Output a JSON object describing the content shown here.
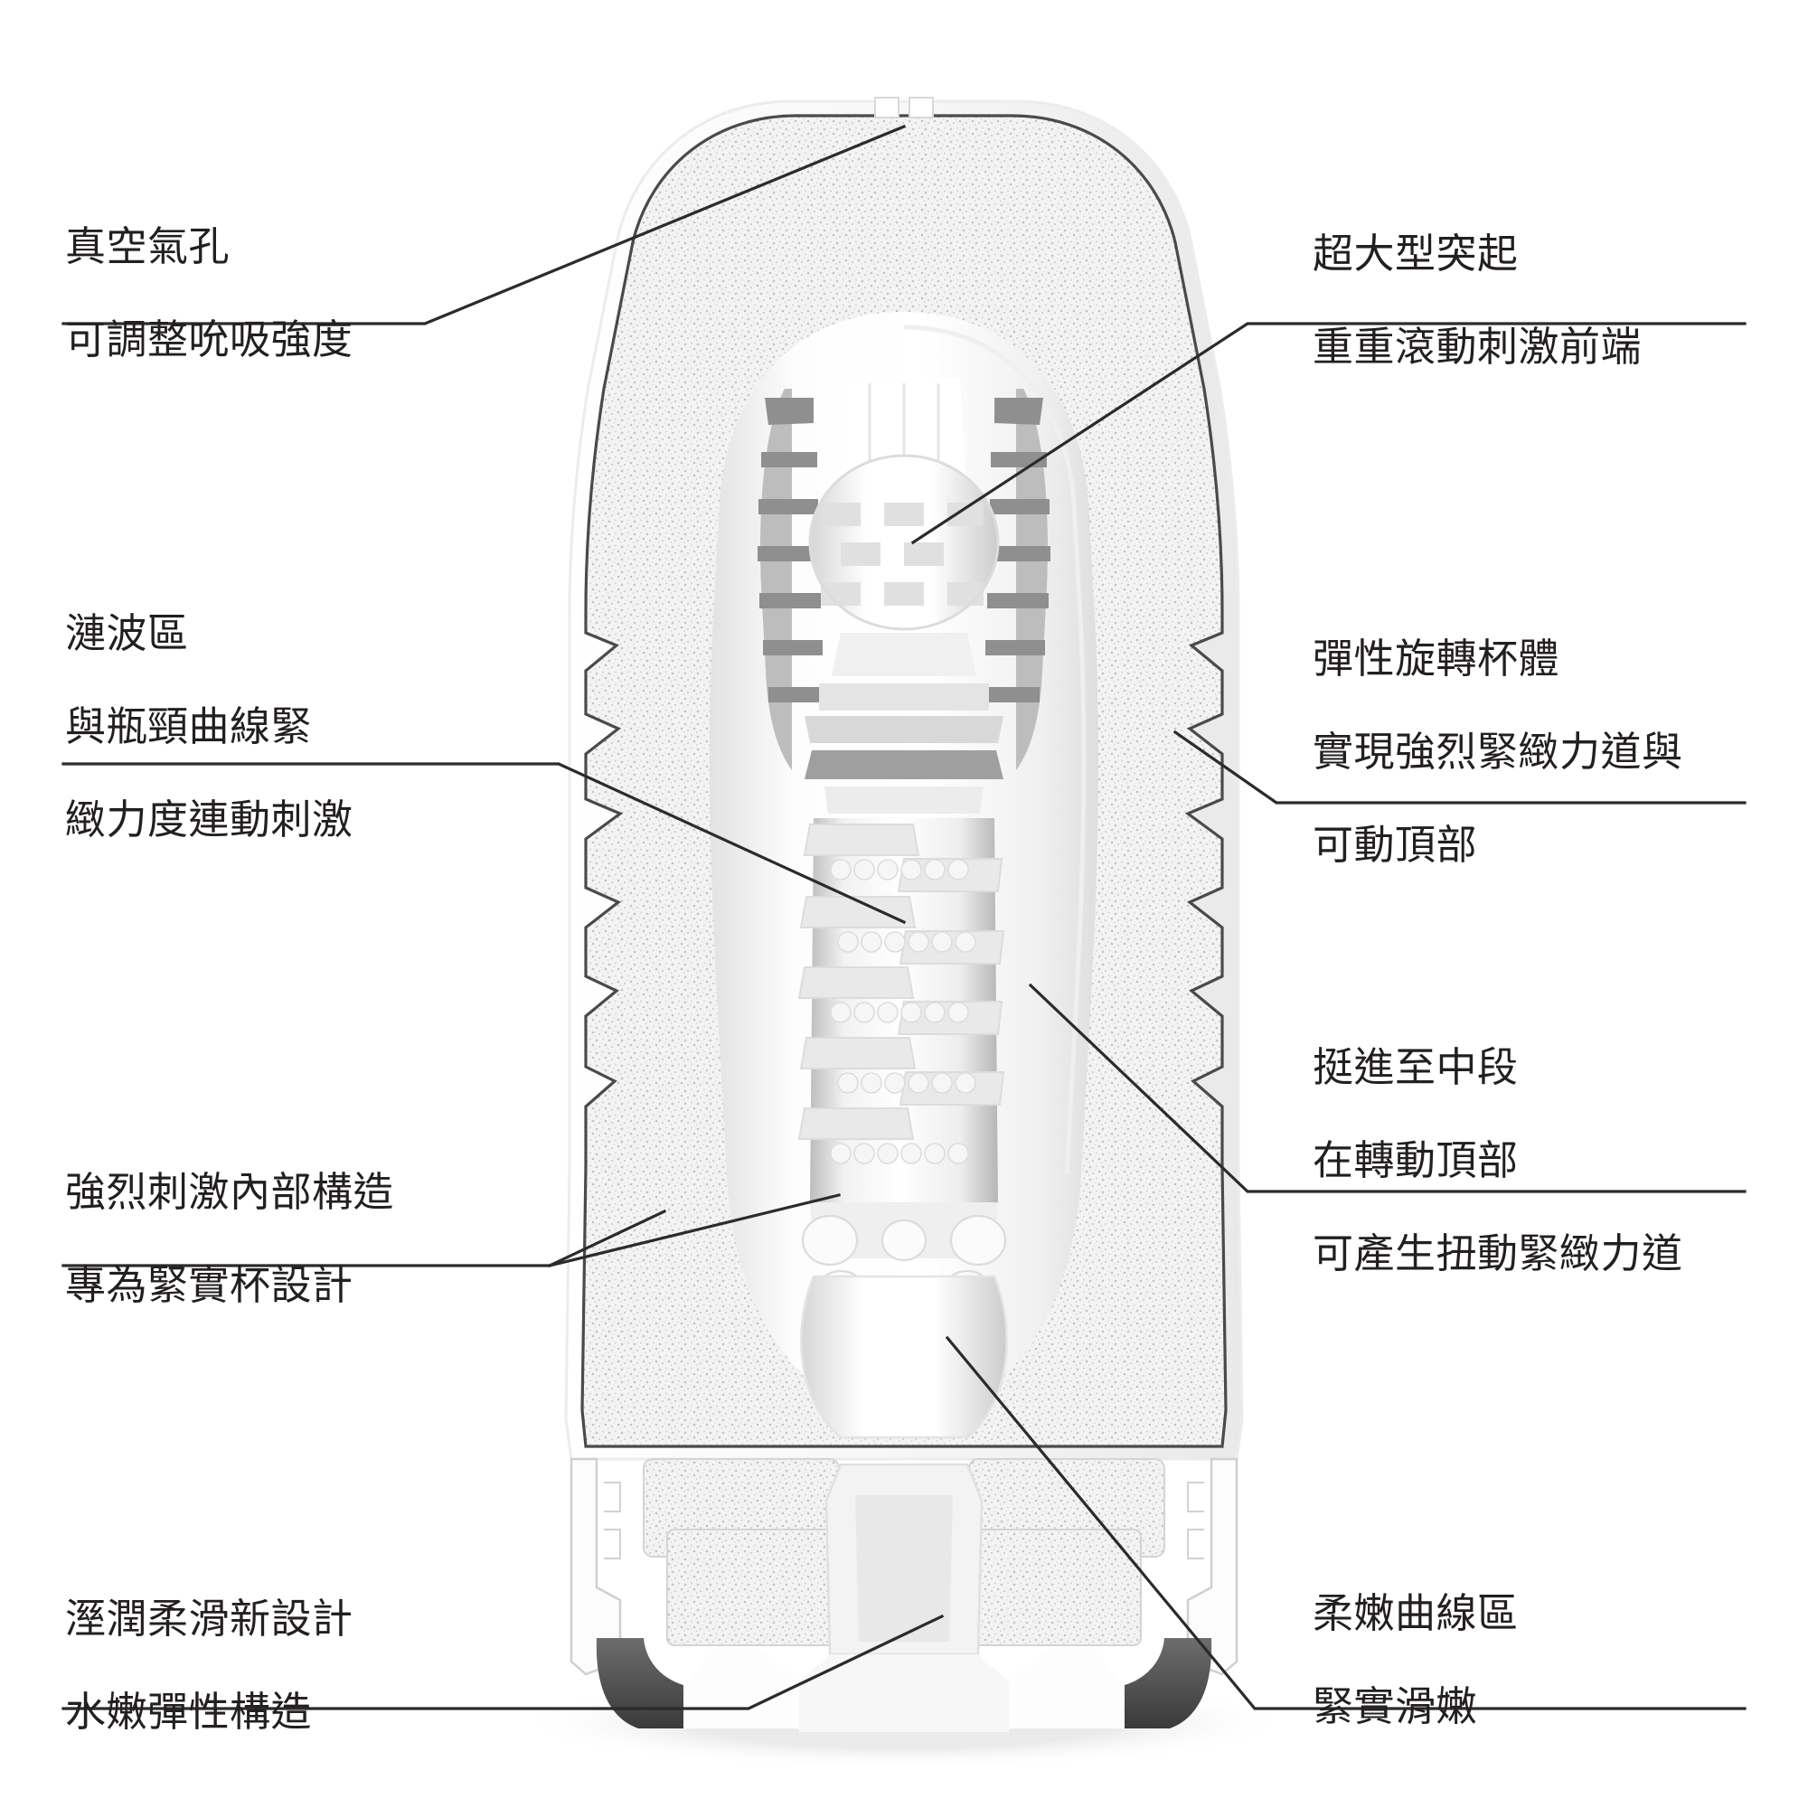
{
  "diagram": {
    "title": "產品剖面結構圖",
    "background_color": "#ffffff",
    "text_color": "#231f20",
    "leader_line_color": "#2b2b2b"
  },
  "callouts": {
    "vacuum_hole": {
      "name": "真空氣孔",
      "line1": "真空氣孔",
      "line2": "可調整吮吸強度",
      "side": "left",
      "position": "top"
    },
    "ripple_zone": {
      "name": "漣波區",
      "line1": "漣波區",
      "line2": "與瓶頸曲線緊",
      "line3": "緻力度連動刺激",
      "side": "left",
      "position": "upper-middle"
    },
    "internal_structure": {
      "name": "強烈刺激內部構造",
      "line1": "強烈刺激內部構造",
      "line2": "專為緊實杯設計",
      "side": "left",
      "position": "lower-middle"
    },
    "moist_design": {
      "name": "溼潤柔滑新設計",
      "line1": "溼潤柔滑新設計",
      "line2": "水嫩彈性構造",
      "side": "left",
      "position": "bottom"
    },
    "large_bump": {
      "name": "超大型突起",
      "line1": "超大型突起",
      "line2": "重重滾動刺激前端",
      "side": "right",
      "position": "top"
    },
    "elastic_rotating_body": {
      "name": "彈性旋轉杯體",
      "line1": "彈性旋轉杯體",
      "line2": "實現強烈緊緻力道與",
      "line3": "可動頂部",
      "side": "right",
      "position": "upper-middle"
    },
    "midsection_twist": {
      "name": "挺進至中段",
      "line1": "挺進至中段",
      "line2": "在轉動頂部",
      "line3": "可產生扭動緊緻力道",
      "side": "right",
      "position": "lower-middle"
    },
    "soft_curve_zone": {
      "name": "柔嫩曲線區",
      "line1": "柔嫩曲線區",
      "line2": "緊實滑嫩",
      "side": "right",
      "position": "bottom"
    }
  },
  "product_art": {
    "description": "白色杯體剖面圖",
    "shell_fill": "#f4f4f4",
    "shell_speckle": "#c9c9c9",
    "shell_outline": "#4a4a4a",
    "inner_fill": "#fbfbfb",
    "core_fill": "#efefef",
    "core_shadow": "#b9b9b9",
    "base_dark": "#4b4b4b",
    "highlight": "#ffffff"
  }
}
